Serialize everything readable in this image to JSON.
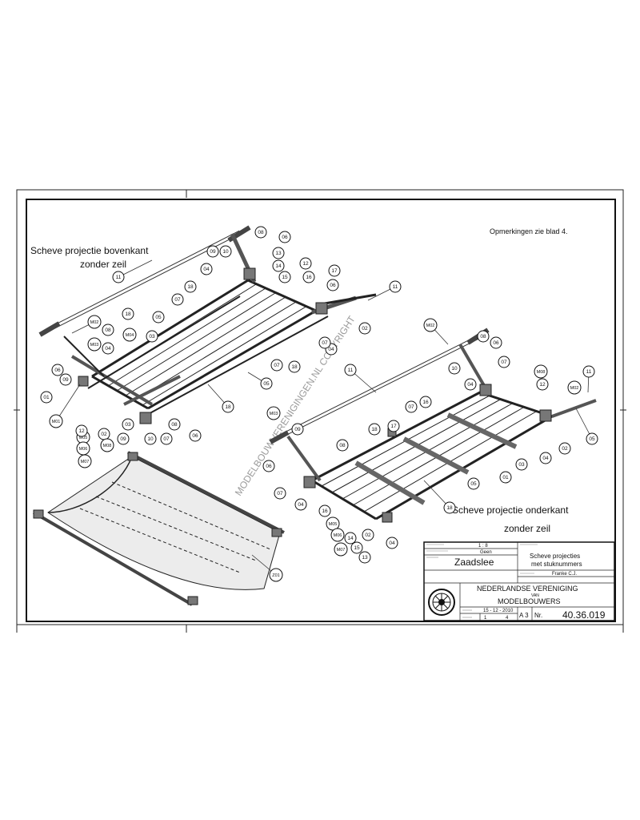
{
  "notes": "Opmerkingen zie blad 4.",
  "views": {
    "top": {
      "line1": "Scheve projectie  bovenkant",
      "line2": "zonder zeil"
    },
    "bottom": {
      "line1": "Scheve projectie onderkant",
      "line2": "zonder zeil"
    }
  },
  "watermark": "MODELBOUWVERENIGINGEN.NL COPYRIGHT",
  "title_block": {
    "scale": "1 : 8",
    "material": "Geen",
    "name": "Zaadslee",
    "description_line1": "Scheve projecties",
    "description_line2": "met stuknummers",
    "drawn_by": "Franke C.J.",
    "org_line1": "NEDERLANDSE VERENIGING",
    "org_line2": "VAN",
    "org_line3": "MODELBOUWERS",
    "date": "15 - 12 - 2010",
    "sheet": "1",
    "sheets": "4",
    "format": "A 3",
    "nr_label": "Nr.",
    "number": "40.36.019"
  },
  "callouts_top": [
    {
      "id": "top-08a",
      "text": "08"
    },
    {
      "id": "top-06a",
      "text": "06"
    },
    {
      "id": "top-09a",
      "text": "09"
    },
    {
      "id": "top-10a",
      "text": "10"
    },
    {
      "id": "top-13",
      "text": "13"
    },
    {
      "id": "top-04a",
      "text": "04"
    },
    {
      "id": "top-14",
      "text": "14"
    },
    {
      "id": "top-12a",
      "text": "12"
    },
    {
      "id": "top-15a",
      "text": "15"
    },
    {
      "id": "top-11a",
      "text": "11"
    },
    {
      "id": "top-18a",
      "text": "18"
    },
    {
      "id": "top-07a",
      "text": "07"
    },
    {
      "id": "top-17",
      "text": "17"
    },
    {
      "id": "top-16",
      "text": "16"
    },
    {
      "id": "top-06b",
      "text": "06"
    },
    {
      "id": "top-11b",
      "text": "11"
    },
    {
      "id": "top-05a",
      "text": "05"
    },
    {
      "id": "top-02a",
      "text": "02"
    },
    {
      "id": "top-18b",
      "text": "18"
    },
    {
      "id": "top-m02",
      "text": "M02"
    },
    {
      "id": "top-08b",
      "text": "08"
    },
    {
      "id": "top-m04",
      "text": "M04"
    },
    {
      "id": "top-03a",
      "text": "03"
    },
    {
      "id": "top-m03",
      "text": "M03"
    },
    {
      "id": "top-04b",
      "text": "04"
    },
    {
      "id": "top-04c",
      "text": "04"
    },
    {
      "id": "top-07b",
      "text": "07"
    },
    {
      "id": "top-07c",
      "text": "07"
    },
    {
      "id": "top-18c",
      "text": "18"
    },
    {
      "id": "top-06c",
      "text": "06"
    },
    {
      "id": "top-05b",
      "text": "05"
    },
    {
      "id": "top-01",
      "text": "01"
    },
    {
      "id": "top-09b",
      "text": "09"
    },
    {
      "id": "top-m01",
      "text": "M01"
    },
    {
      "id": "top-18d",
      "text": "18"
    },
    {
      "id": "top-m05",
      "text": "M05"
    },
    {
      "id": "top-12b",
      "text": "12"
    },
    {
      "id": "top-02b",
      "text": "02"
    },
    {
      "id": "top-03b",
      "text": "03"
    },
    {
      "id": "top-08c",
      "text": "08"
    },
    {
      "id": "top-m06",
      "text": "M06"
    },
    {
      "id": "top-m08",
      "text": "M08"
    },
    {
      "id": "top-09c",
      "text": "09"
    },
    {
      "id": "top-10b",
      "text": "10"
    },
    {
      "id": "top-07d",
      "text": "07"
    },
    {
      "id": "top-06d",
      "text": "06"
    },
    {
      "id": "top-m07",
      "text": "M07"
    }
  ],
  "callouts_bottom": [
    {
      "id": "bot-m02a",
      "text": "M02"
    },
    {
      "id": "bot-08a",
      "text": "08"
    },
    {
      "id": "bot-06a",
      "text": "06"
    },
    {
      "id": "bot-11a",
      "text": "11"
    },
    {
      "id": "bot-10",
      "text": "10"
    },
    {
      "id": "bot-07a",
      "text": "07"
    },
    {
      "id": "bot-m08",
      "text": "M08"
    },
    {
      "id": "bot-11b",
      "text": "11"
    },
    {
      "id": "bot-04a",
      "text": "04"
    },
    {
      "id": "bot-12",
      "text": "12"
    },
    {
      "id": "bot-m02b",
      "text": "M02"
    },
    {
      "id": "bot-16a",
      "text": "16"
    },
    {
      "id": "bot-07b",
      "text": "07"
    },
    {
      "id": "bot-05a",
      "text": "05"
    },
    {
      "id": "bot-m03",
      "text": "M03"
    },
    {
      "id": "bot-09",
      "text": "09"
    },
    {
      "id": "bot-17",
      "text": "17"
    },
    {
      "id": "bot-18a",
      "text": "18"
    },
    {
      "id": "bot-02a",
      "text": "02"
    },
    {
      "id": "bot-08b",
      "text": "08"
    },
    {
      "id": "bot-04b",
      "text": "04"
    },
    {
      "id": "bot-06b",
      "text": "06"
    },
    {
      "id": "bot-03",
      "text": "03"
    },
    {
      "id": "bot-05b",
      "text": "05"
    },
    {
      "id": "bot-01",
      "text": "01"
    },
    {
      "id": "bot-07c",
      "text": "07"
    },
    {
      "id": "bot-04c",
      "text": "04"
    },
    {
      "id": "bot-18b",
      "text": "18"
    },
    {
      "id": "bot-m05",
      "text": "M05"
    },
    {
      "id": "bot-16b",
      "text": "16"
    },
    {
      "id": "bot-m06",
      "text": "M06"
    },
    {
      "id": "bot-14",
      "text": "14"
    },
    {
      "id": "bot-02b",
      "text": "02"
    },
    {
      "id": "bot-m07",
      "text": "M07"
    },
    {
      "id": "bot-15",
      "text": "15"
    },
    {
      "id": "bot-13",
      "text": "13"
    },
    {
      "id": "bot-04d",
      "text": "04"
    }
  ],
  "callouts_sail": [
    {
      "id": "sail-z01",
      "text": "Z01"
    }
  ]
}
